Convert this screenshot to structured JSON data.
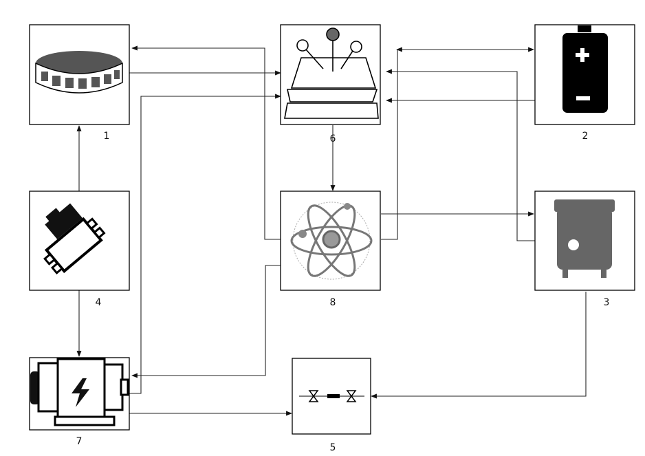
{
  "labels": {
    "n1": "1",
    "n2": "2",
    "n3": "3",
    "n4": "4",
    "n5": "5",
    "n6": "6",
    "n7": "7",
    "n8": "8"
  },
  "icons": {
    "n1": "disc-reactor-icon",
    "n2": "battery-icon",
    "n3": "tank-icon",
    "n4": "circuit-module-icon",
    "n5": "valve-pipe-icon",
    "n6": "stacked-plates-icon",
    "n7": "generator-icon",
    "n8": "atom-core-icon"
  }
}
